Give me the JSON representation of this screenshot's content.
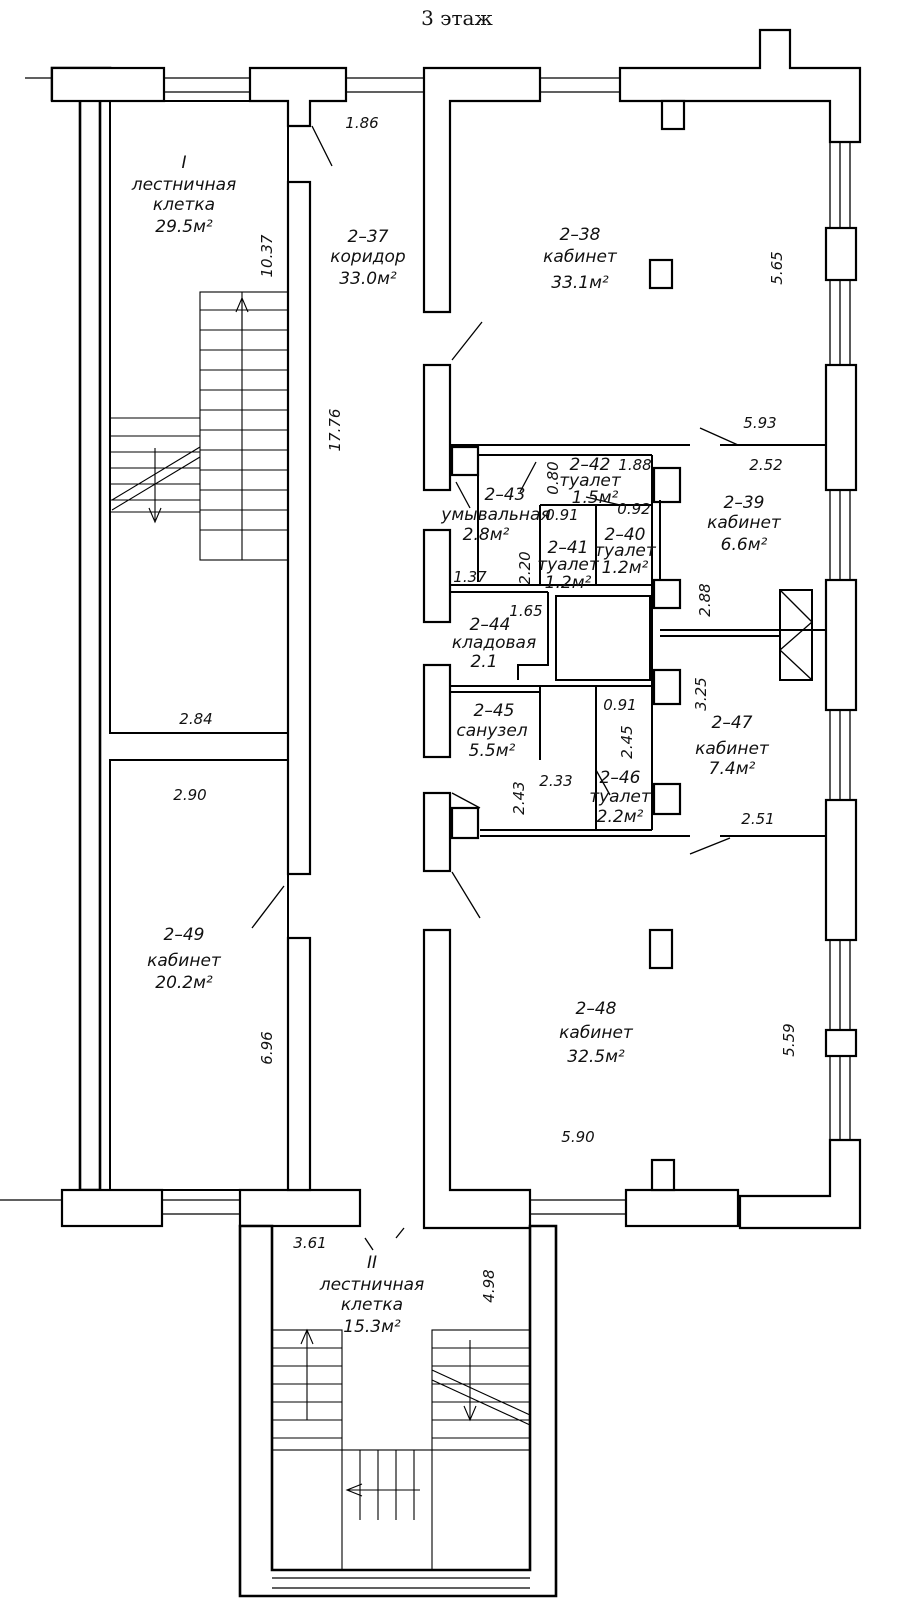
{
  "title": "3 этаж",
  "rooms": {
    "stair_1": {
      "number": "I",
      "name_line1": "лестничная",
      "name_line2": "клетка",
      "area": "29.5м²"
    },
    "r2_37": {
      "number": "2–37",
      "name": "коридор",
      "area": "33.0м²"
    },
    "r2_38": {
      "number": "2–38",
      "name": "кабинет",
      "area": "33.1м²"
    },
    "r2_39": {
      "number": "2–39",
      "name": "кабинет",
      "area": "6.6м²"
    },
    "r2_40": {
      "number": "2–40",
      "name": "туалет",
      "area": "1.2м²"
    },
    "r2_41": {
      "number": "2–41",
      "name": "туалет",
      "area": "1.2м²"
    },
    "r2_42": {
      "number": "2–42",
      "name": "туалет",
      "area": "1.5м²"
    },
    "r2_43": {
      "number": "2–43",
      "name": "умывальная",
      "area": "2.8м²"
    },
    "r2_44": {
      "number": "2–44",
      "name": "кладовая",
      "area": "2.1"
    },
    "r2_45": {
      "number": "2–45",
      "name": "санузел",
      "area": "5.5м²"
    },
    "r2_46": {
      "number": "2–46",
      "name": "туалет",
      "area": "2.2м²"
    },
    "r2_47": {
      "number": "2–47",
      "name": "кабинет",
      "area": "7.4м²"
    },
    "r2_48": {
      "number": "2–48",
      "name": "кабинет",
      "area": "32.5м²"
    },
    "r2_49": {
      "number": "2–49",
      "name": "кабинет",
      "area": "20.2м²"
    },
    "stair_2": {
      "number": "II",
      "name_line1": "лестничная",
      "name_line2": "клетка",
      "area": "15.3м²"
    }
  },
  "dimensions": {
    "d_1_86": "1.86",
    "d_10_37": "10.37",
    "d_17_76": "17.76",
    "d_5_65": "5.65",
    "d_5_93": "5.93",
    "d_2_52": "2.52",
    "d_0_80": "0.80",
    "d_1_88": "1.88",
    "d_0_91a": "0.91",
    "d_0_92": "0.92",
    "d_2_20": "2.20",
    "d_1_37": "1.37",
    "d_1_65": "1.65",
    "d_2_88": "2.88",
    "d_3_25": "3.25",
    "d_0_91b": "0.91",
    "d_2_45": "2.45",
    "d_2_43": "2.43",
    "d_2_33": "2.33",
    "d_2_51": "2.51",
    "d_2_84": "2.84",
    "d_2_90": "2.90",
    "d_6_96": "6.96",
    "d_5_59": "5.59",
    "d_5_90": "5.90",
    "d_3_61": "3.61",
    "d_4_98": "4.98"
  }
}
